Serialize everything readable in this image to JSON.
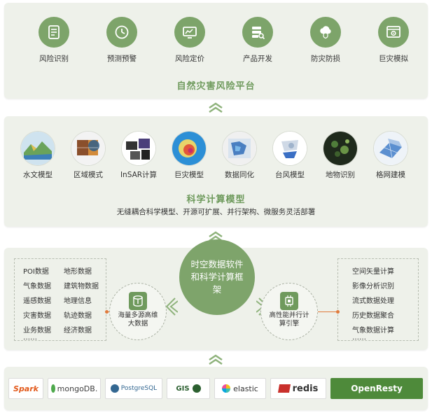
{
  "platform": {
    "apps": [
      {
        "label": "风险识别",
        "icon": "document-list-icon"
      },
      {
        "label": "预测预警",
        "icon": "clock-icon"
      },
      {
        "label": "风险定价",
        "icon": "monitor-chart-icon"
      },
      {
        "label": "产品开发",
        "icon": "database-search-icon"
      },
      {
        "label": "防灾防损",
        "icon": "cloud-shield-icon"
      },
      {
        "label": "巨灾模拟",
        "icon": "window-gear-icon"
      }
    ],
    "title": "自然灾害风险平台"
  },
  "science": {
    "models": [
      {
        "label": "水文模型",
        "icon": "terrain-map-icon"
      },
      {
        "label": "区域模式",
        "icon": "globe-grid-icon"
      },
      {
        "label": "InSAR计算",
        "icon": "satellite-icon"
      },
      {
        "label": "巨灾模型",
        "icon": "storm-map-icon"
      },
      {
        "label": "数据同化",
        "icon": "data-map-icon"
      },
      {
        "label": "台风模型",
        "icon": "typhoon-icon"
      },
      {
        "label": "地物识别",
        "icon": "land-cover-icon"
      },
      {
        "label": "格网建模",
        "icon": "grid-mesh-icon"
      }
    ],
    "title": "科学计算模型",
    "subtitle": "无缝耦合科学模型、开源可扩展、并行架构、微服务灵活部署"
  },
  "framework": {
    "center": "时空数据软件和科学计算框架",
    "left_sources": [
      [
        "POI数据",
        "地形数据"
      ],
      [
        "气象数据",
        "建筑物数据"
      ],
      [
        "遥感数据",
        "地理信息"
      ],
      [
        "灾害数据",
        "轨迹数据"
      ],
      [
        "业务数据",
        "经济数据"
      ]
    ],
    "left_more": "……",
    "left_hub": "海量多源高维大数据",
    "right_hub": "高性能并行计算引擎",
    "right_items": [
      "空间矢量计算",
      "影像分析识别",
      "流式数据处理",
      "历史数据聚合",
      "气象数据计算"
    ],
    "right_more": "……"
  },
  "tech": {
    "logos": [
      {
        "label": "Spark",
        "icon": "spark-logo-icon"
      },
      {
        "label": "mongoDB.",
        "icon": "mongodb-leaf-icon"
      },
      {
        "label": "PostgreSQL",
        "icon": "postgresql-elephant-icon"
      },
      {
        "label": "GIS",
        "icon": "gis-logo-icon"
      },
      {
        "label": "elastic",
        "icon": "elastic-logo-icon"
      },
      {
        "label": "redis",
        "icon": "redis-cube-icon"
      },
      {
        "label": "OpenResty",
        "icon": "openresty-logo-icon"
      }
    ]
  },
  "colors": {
    "accent_green": "#7da46a",
    "title_green": "#6e9a5c",
    "panel_bg": "#eef1ea",
    "connector_orange": "#e07a3c",
    "redis_red": "#c9302c",
    "openresty_green": "#4e8a3a"
  }
}
